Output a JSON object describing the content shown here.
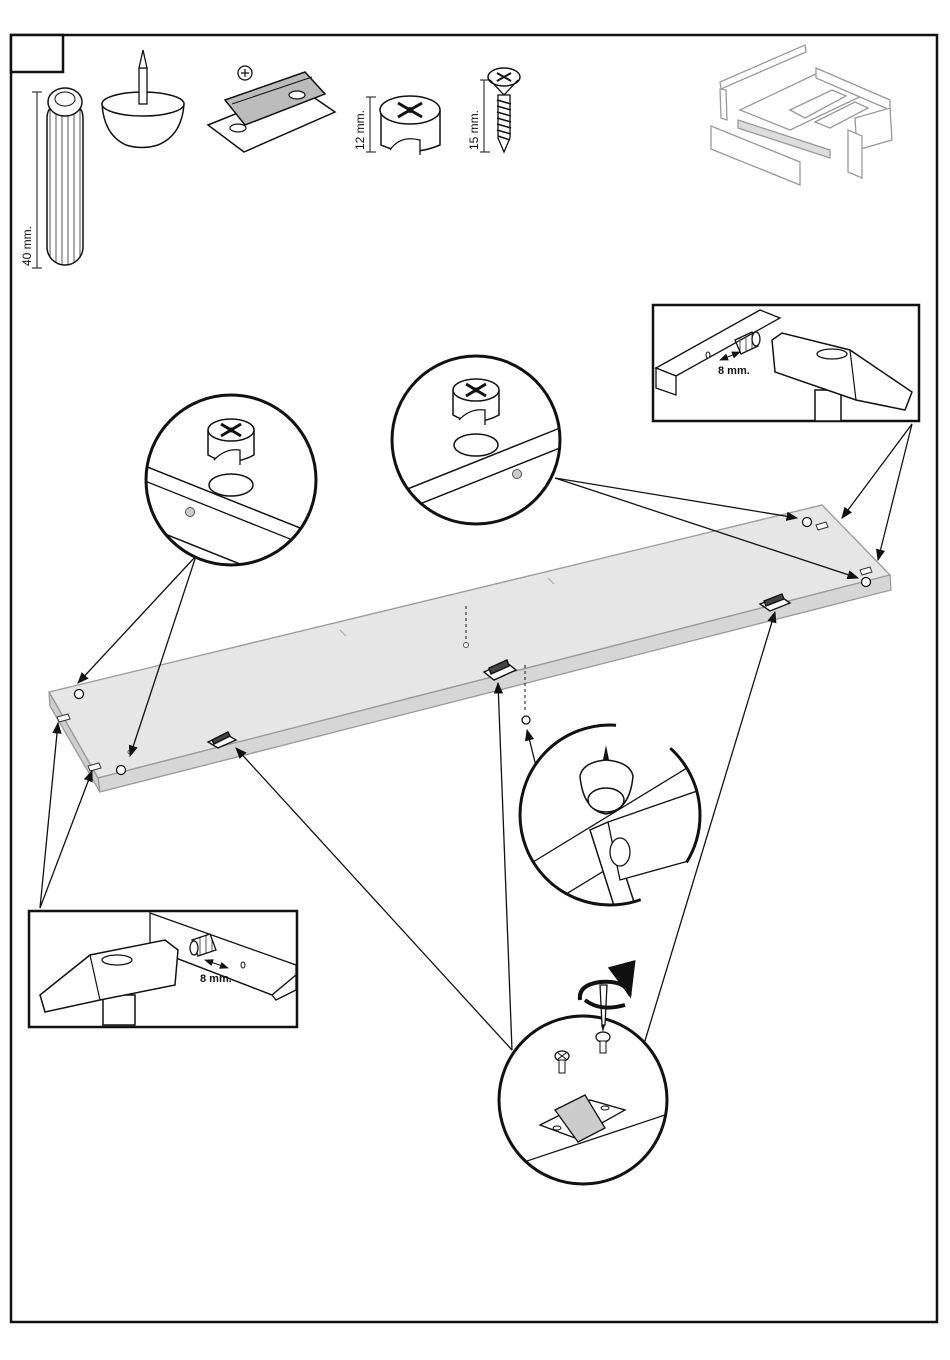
{
  "page": {
    "step_number": ""
  },
  "parts": {
    "dowel": {
      "icon": "wooden-dowel-icon",
      "dimension": "40 mm."
    },
    "nail": {
      "icon": "glide-nail-icon"
    },
    "hinge": {
      "icon": "hinge-plate-icon"
    },
    "cam_lock": {
      "icon": "cam-lock-icon",
      "dimension": "12 mm."
    },
    "screw": {
      "icon": "wood-screw-icon",
      "dimension": "15 mm."
    }
  },
  "overview": {
    "icon": "assembled-drawer-unit-icon"
  },
  "callouts": {
    "dowel_right": {
      "dimension": "8 mm."
    },
    "dowel_left": {
      "dimension": "8 mm."
    }
  },
  "colors": {
    "ink": "#111111",
    "panel_fill": "#e6e6e6",
    "panel_edge": "#cfcfcf",
    "background": "#ffffff"
  }
}
